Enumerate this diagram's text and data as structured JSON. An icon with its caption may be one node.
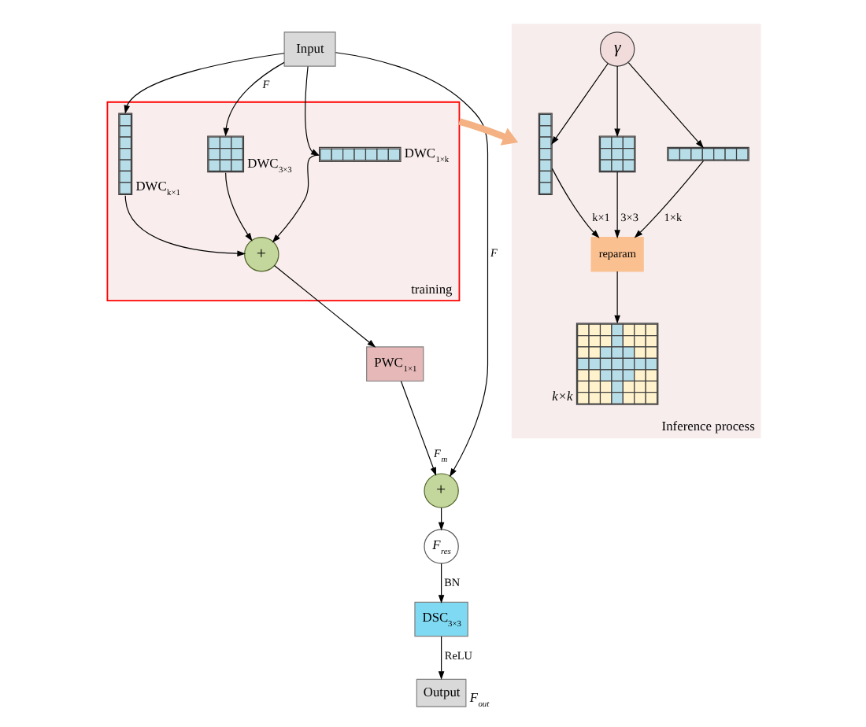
{
  "diagram": {
    "nodes": [
      {
        "text": [
          "Input"
        ]
      },
      {
        "text": [
          "training"
        ]
      },
      {
        "text": [],
        "shape": "grid",
        "in": 1,
        "beside": [
          "DWC$_{k×1}$"
        ]
      },
      {
        "text": [],
        "shape": "grid",
        "in": 1,
        "beside": [
          "DWC$_{3×3}$"
        ]
      },
      {
        "text": [],
        "shape": "grid",
        "in": 1,
        "beside": [
          "DWC$_{1×k}$"
        ]
      },
      {
        "text": [
          "+"
        ],
        "in": 1
      },
      {
        "text": [
          "PWC$_{1×1}$"
        ]
      },
      {
        "text": [
          "+"
        ]
      },
      {
        "text": [
          "F$_{res}$"
        ]
      },
      {
        "text": [
          "DSC$_{3×3}$"
        ]
      },
      {
        "text": [
          "Output"
        ],
        "beside": [
          "F$_{out}$"
        ]
      },
      {
        "text": [
          "Inference process"
        ]
      },
      {
        "text": [
          "γ"
        ],
        "in": 11
      },
      {
        "text": [],
        "shape": "grid",
        "in": 11
      },
      {
        "text": [],
        "shape": "grid",
        "in": 11
      },
      {
        "text": [],
        "shape": "grid",
        "in": 11
      },
      {
        "text": [
          "reparam"
        ],
        "in": 11
      },
      {
        "text": [],
        "shape": "grid",
        "in": 11,
        "beside": [
          "k×k"
        ]
      }
    ],
    "edges": [
      {
        "from": 0,
        "to": 7,
        "arrow": "to",
        "label": "F"
      },
      {
        "from": 0,
        "to": 2,
        "arrow": "to"
      },
      {
        "from": 0,
        "to": 3,
        "arrow": "to",
        "label": "F"
      },
      {
        "from": 0,
        "to": 4,
        "arrow": "to"
      },
      {
        "from": 2,
        "to": 5,
        "arrow": "to"
      },
      {
        "from": 3,
        "to": 5,
        "arrow": "to"
      },
      {
        "from": 4,
        "to": 5,
        "arrow": "to"
      },
      {
        "from": 5,
        "to": 6,
        "arrow": "to"
      },
      {
        "from": 6,
        "to": 7,
        "arrow": "to",
        "label": "F$_{m}$"
      },
      {
        "from": 7,
        "to": 8,
        "arrow": "to"
      },
      {
        "from": 8,
        "to": 9,
        "arrow": "to",
        "label": "BN"
      },
      {
        "from": 9,
        "to": 10,
        "arrow": "to",
        "label": "ReLU"
      },
      {
        "from": 1,
        "to": 11,
        "arrow": "to",
        "style": "thick",
        "color": "#f4b183"
      },
      {
        "from": 12,
        "to": 13,
        "arrow": "to"
      },
      {
        "from": 12,
        "to": 14,
        "arrow": "to"
      },
      {
        "from": 12,
        "to": 15,
        "arrow": "to"
      },
      {
        "from": 13,
        "to": 16,
        "arrow": "to",
        "label": "k×1"
      },
      {
        "from": 14,
        "to": 16,
        "arrow": "to",
        "label": "3×3"
      },
      {
        "from": 15,
        "to": 16,
        "arrow": "to",
        "label": "1×k"
      },
      {
        "from": 16,
        "to": 17,
        "arrow": "to"
      }
    ]
  }
}
